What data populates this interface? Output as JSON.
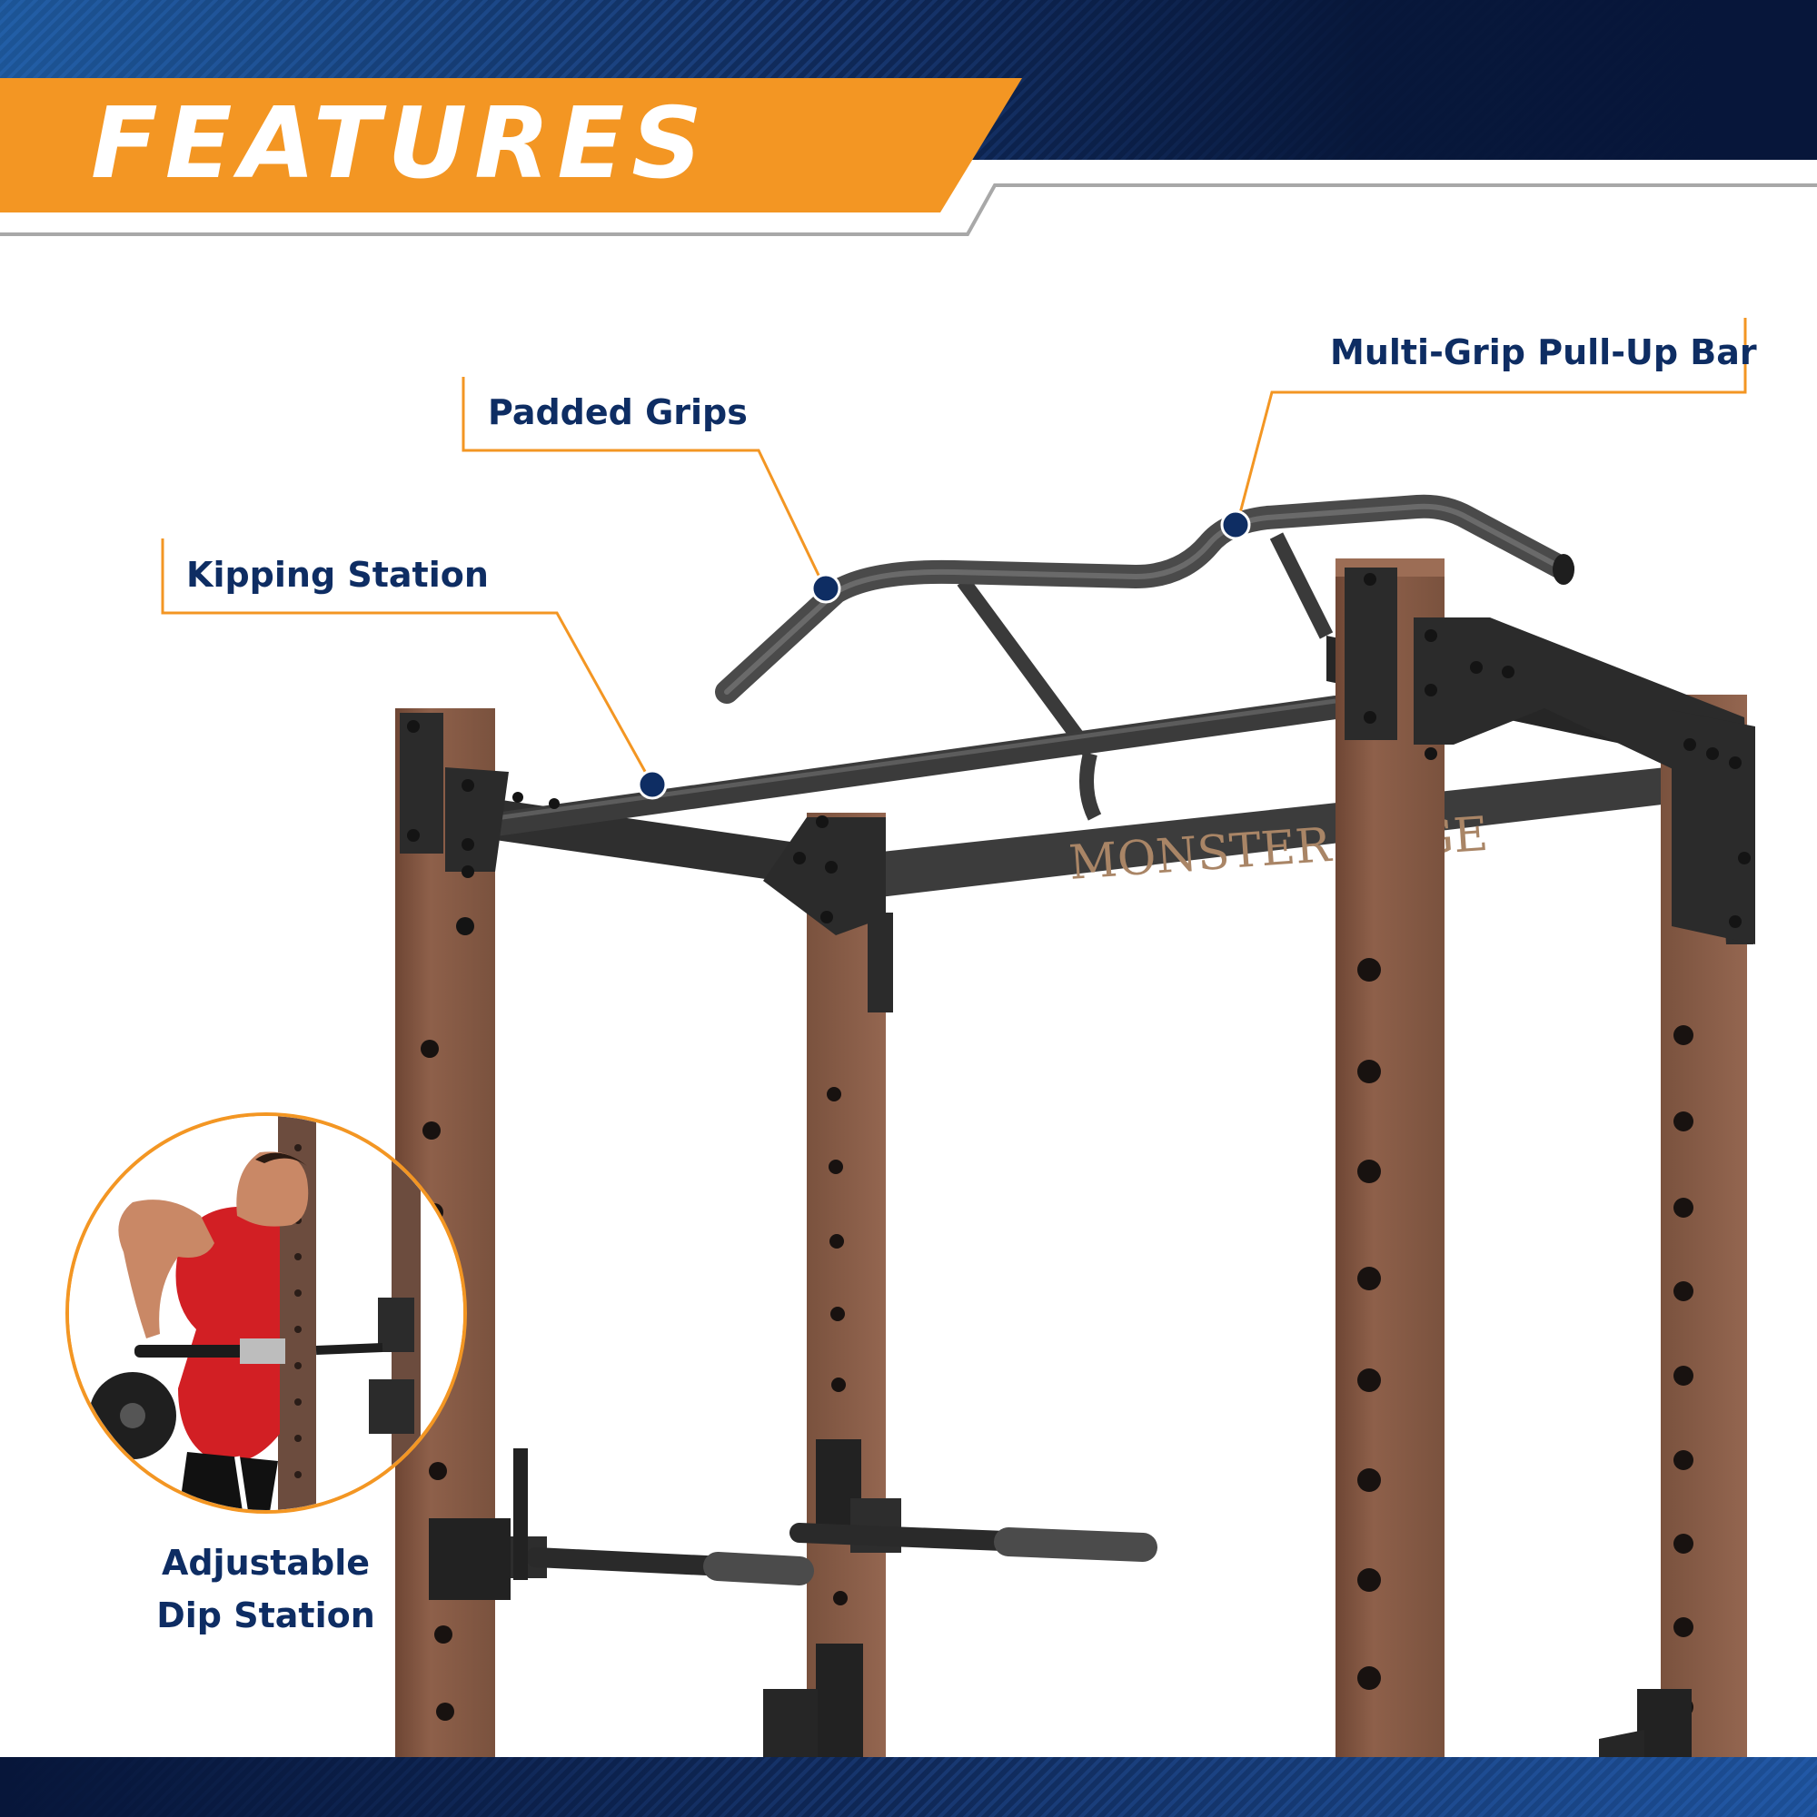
{
  "header": {
    "title": "FEATURES",
    "accent_color": "#f39623",
    "banner_color": "#0f2a5a"
  },
  "product": {
    "brand_text": "MONSTER CAGE",
    "frame_color": "#8b5e45"
  },
  "callouts": {
    "multi_grip": "Multi-Grip Pull-Up Bar",
    "padded_grips": "Padded Grips",
    "kipping_station": "Kipping Station",
    "dip_line1": "Adjustable",
    "dip_line2": "Dip Station"
  },
  "colors": {
    "label_text": "#0e2d63",
    "dot": "#0e2d63",
    "leader": "#f39623"
  }
}
